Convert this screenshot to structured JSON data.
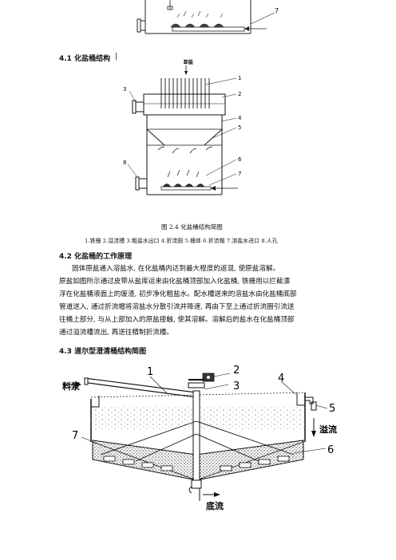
{
  "section_41": {
    "heading": "4.1 化盐桶结构"
  },
  "fig24": {
    "top_label": "卸盐",
    "numbers": [
      "1",
      "2",
      "3",
      "4",
      "5",
      "6",
      "7",
      "8"
    ],
    "caption": "图 2.4  化盐桶结构简图",
    "legend": "1.铁栅 2.溢流槽 3.粗盐水出口 4.折流圆 5.桶体 6.折流帽 7.溶盐水进口 8.人孔"
  },
  "top_fig": {
    "numbers": [
      "7"
    ]
  },
  "section_42": {
    "heading": "4.2  化盐桶的工作原理",
    "paragraph1": "固体原盐通入溶盐水, 在化盐桶内达到最大程度的返混, 使原盐溶解。",
    "paragraph2_lines": [
      "原盐如图所示通过皮带从盐库运来由化盐桶顶部加入化盐桶, 铁栅用以拦截漂",
      "浮在化盐桶液面上的废渣, 初步净化粗盐水。配水槽送来的溶盐水由化盐桶底部",
      "管道送入, 通过折流帽将溶盐水分散引流并降速, 再由下至上通过折流圈引流送",
      "往桶上部分, 与从上部加入的原盐接触, 使其溶解。溶解后的盐水在化盐桶顶部",
      "通过溢流槽流出, 再送往精制折流槽。"
    ]
  },
  "section_43": {
    "heading": "4.3  道尔型澄清桶结构简图"
  },
  "fig_dorr": {
    "feed_label": "料浆",
    "overflow_label": "溢流",
    "underflow_label": "底流",
    "numbers": [
      "1",
      "2",
      "3",
      "4",
      "5",
      "6",
      "7"
    ]
  }
}
